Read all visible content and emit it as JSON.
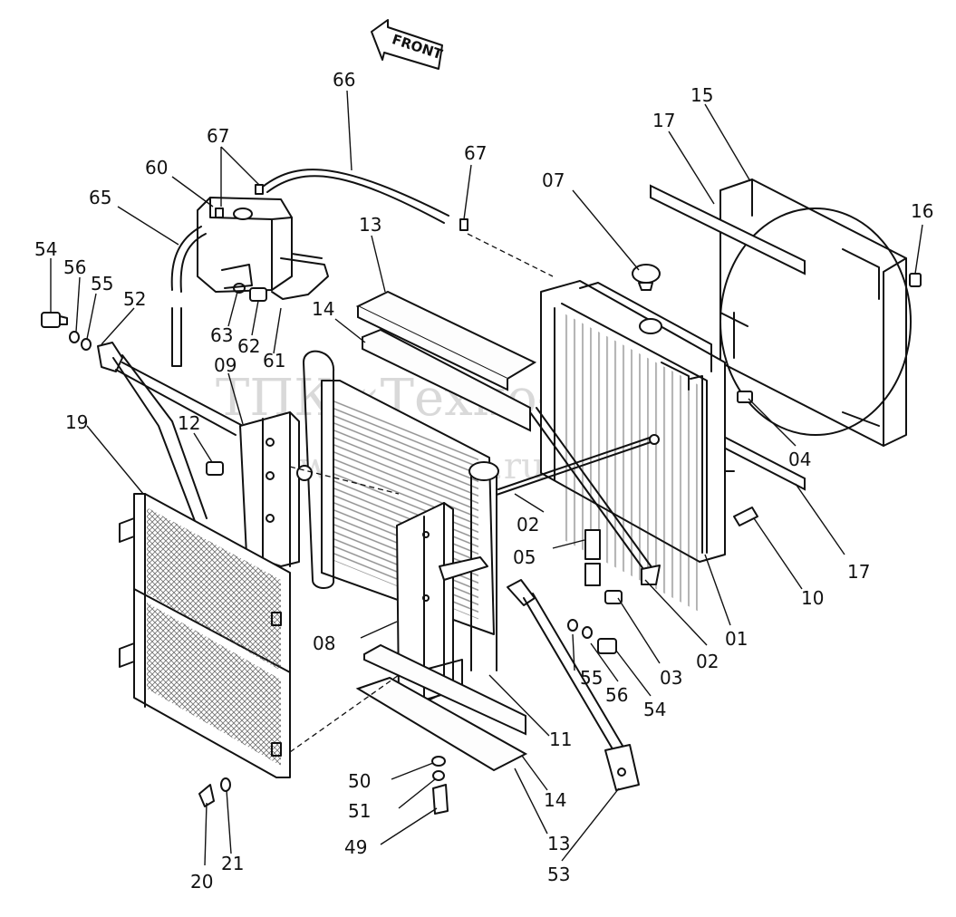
{
  "front_marker": "FRONT",
  "watermark": {
    "line1": "ТПК «Техно-Сиб»",
    "line2": "www.tpkts.ru"
  },
  "callouts": {
    "c01": "01",
    "c02a": "02",
    "c02b": "02",
    "c03": "03",
    "c04": "04",
    "c05": "05",
    "c07": "07",
    "c08": "08",
    "c09": "09",
    "c10": "10",
    "c11": "11",
    "c12": "12",
    "c13a": "13",
    "c13b": "13",
    "c14a": "14",
    "c14b": "14",
    "c15": "15",
    "c16": "16",
    "c17a": "17",
    "c17b": "17",
    "c19": "19",
    "c20": "20",
    "c21": "21",
    "c49": "49",
    "c50": "50",
    "c51": "51",
    "c52": "52",
    "c53": "53",
    "c54a": "54",
    "c54b": "54",
    "c55a": "55",
    "c55b": "55",
    "c56a": "56",
    "c56b": "56",
    "c60": "60",
    "c61": "61",
    "c62": "62",
    "c63": "63",
    "c65": "65",
    "c66": "66",
    "c67a": "67",
    "c67b": "67"
  }
}
